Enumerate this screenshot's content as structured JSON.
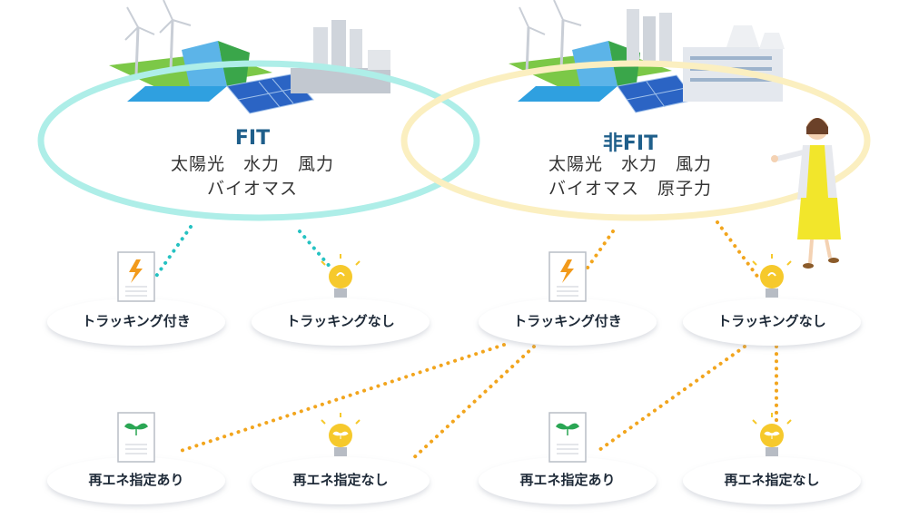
{
  "fit": {
    "title": "FIT",
    "sources_line1": "太陽光　水力　風力",
    "sources_line2": "バイオマス"
  },
  "nonfit": {
    "title": "非FIT",
    "sources_line1": "太陽光　水力　風力",
    "sources_line2": "バイオマス　原子力"
  },
  "nodes": {
    "fit_tracking": "トラッキング付き",
    "fit_no_tracking": "トラッキングなし",
    "nonfit_tracking": "トラッキング付き",
    "nonfit_no_tracking": "トラッキングなし",
    "renew_designated_1": "再エネ指定あり",
    "renew_not_designated_1": "再エネ指定なし",
    "renew_designated_2": "再エネ指定あり",
    "renew_not_designated_2": "再エネ指定なし"
  },
  "colors": {
    "fit_ring": "#aeeee8",
    "nonfit_ring": "#fbefc0",
    "fit_link": "#26c2c2",
    "nonfit_link": "#f2a51d"
  }
}
